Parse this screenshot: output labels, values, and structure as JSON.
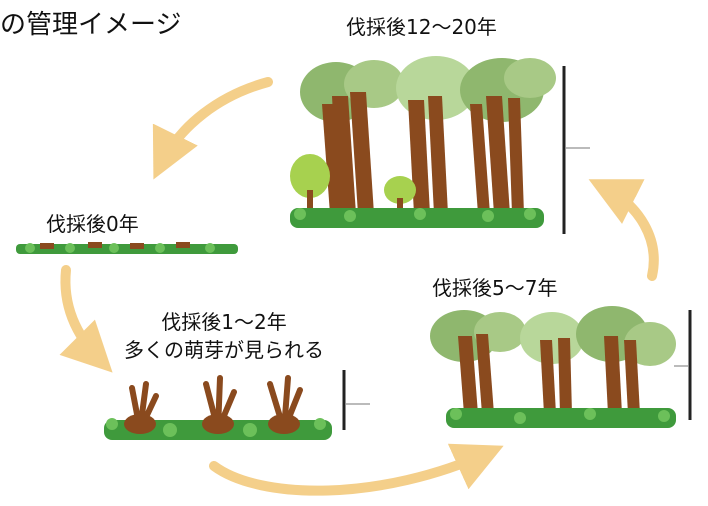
{
  "title": "の管理イメージ",
  "stages": [
    {
      "key": "0",
      "label": "伐採後0年"
    },
    {
      "key": "1-2",
      "label": "伐採後1～2年",
      "note": "多くの萌芽が見られる"
    },
    {
      "key": "5-7",
      "label": "伐採後5～7年"
    },
    {
      "key": "12-20",
      "label": "伐採後12～20年"
    }
  ],
  "colors": {
    "trunk": "#8a4a1e",
    "canopy": "#8fb76e",
    "canopy_light": "#b8d79a",
    "young_tree": "#a7d14f",
    "ground": "#3f9a3c",
    "arrow": "#f4cf8a",
    "scale_bar": "#222222"
  }
}
